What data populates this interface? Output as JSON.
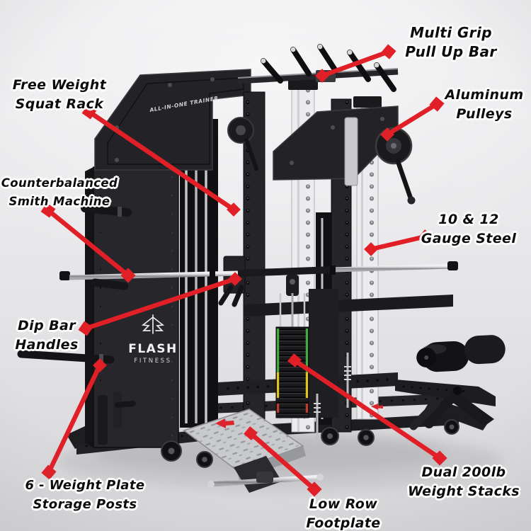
{
  "scene": {
    "description": "Annotated product diagram of an all-in-one home gym trainer",
    "background_top": "#ececee",
    "background_bottom": "#d6d6d9"
  },
  "machine": {
    "brand_name": "FLASH",
    "brand_sub": "FITNESS",
    "top_panel_text": "ALL-IN-ONE TRAINER"
  },
  "colors": {
    "annotation_red": "#e01f27",
    "label_text": "#0c0c0c",
    "label_outline": "#ffffff",
    "machine_black": "#1d1d20",
    "upright_white": "#ececee",
    "stack_green": "#3fae3c",
    "stack_yellow": "#e0c41e",
    "chrome": "#c4c5c7"
  },
  "annotations": [
    {
      "id": "multi-grip-pull-up-bar",
      "line1": "Multi Grip",
      "line2": "Pull Up Bar"
    },
    {
      "id": "free-weight-squat-rack",
      "line1": "Free Weight",
      "line2": "Squat Rack"
    },
    {
      "id": "aluminum-pulleys",
      "line1": "Aluminum",
      "line2": "Pulleys"
    },
    {
      "id": "counterbalanced-smith",
      "line1": "Counterbalanced",
      "line2": "Smith Machine"
    },
    {
      "id": "gauge-steel",
      "line1": "10 & 12",
      "line2": "Gauge Steel"
    },
    {
      "id": "dip-bar-handles",
      "line1": "Dip Bar",
      "line2": "Handles"
    },
    {
      "id": "weight-plate-storage",
      "line1": "6 - Weight Plate",
      "line2": "Storage Posts"
    },
    {
      "id": "low-row-footplate",
      "line1": "Low Row",
      "line2": "Footplate"
    },
    {
      "id": "dual-weight-stacks",
      "line1": "Dual 200lb",
      "line2": "Weight Stacks"
    }
  ]
}
